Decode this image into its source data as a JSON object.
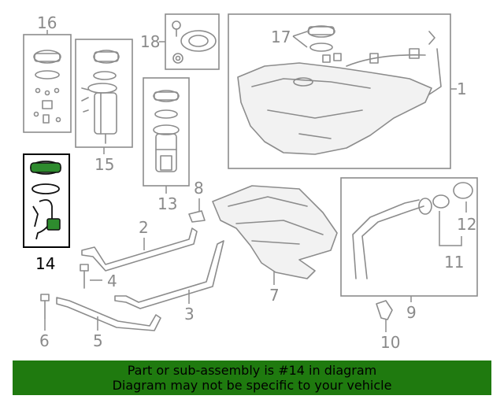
{
  "callouts": {
    "c1": "1",
    "c2": "2",
    "c3": "3",
    "c4": "4",
    "c5": "5",
    "c6": "6",
    "c7": "7",
    "c8": "8",
    "c9": "9",
    "c10": "10",
    "c11": "11",
    "c12": "12",
    "c13": "13",
    "c14": "14",
    "c15": "15",
    "c16": "16",
    "c17": "17",
    "c18": "18"
  },
  "highlighted_part": "14",
  "colors": {
    "banner": "#1f7a0f",
    "highlight_green": "#2e8b2e",
    "line_gray": "#8c8c8c"
  },
  "banner": {
    "line1": "Part or sub-assembly is #14 in diagram",
    "line2": "Diagram may not be specific to your vehicle"
  }
}
